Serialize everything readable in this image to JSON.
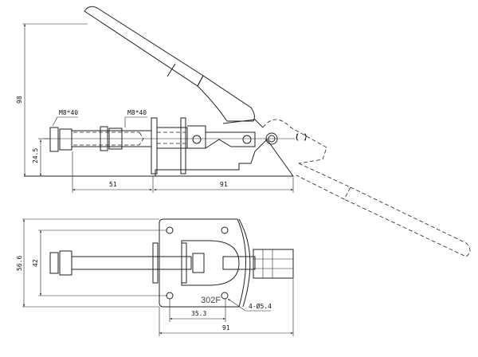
{
  "drawing": {
    "model": "302F",
    "side_view": {
      "overall_height": "98",
      "handle_axis_height": "24.5",
      "bolt_left_label": "M8*40",
      "bolt_right_label": "M8*40",
      "stroke_length": "51",
      "base_length": "91"
    },
    "top_view": {
      "overall_width": "56.6",
      "hole_spacing_y": "42",
      "hole_spacing_x": "35.3",
      "base_length": "91",
      "holes_label": "4-Ø5.4"
    }
  }
}
